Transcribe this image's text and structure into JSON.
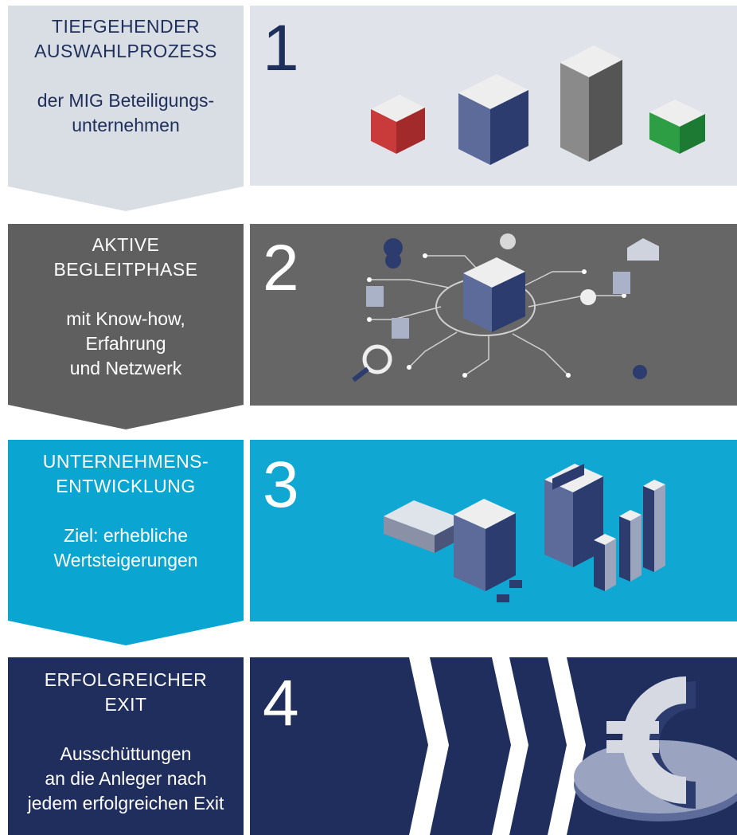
{
  "stages": [
    {
      "number": "1",
      "title_lines": [
        "TIEFGEHENDER",
        "AUSWAHLPROZESS"
      ],
      "subtitle_lines": [
        "der MIG Beteiligungs-",
        "unternehmen"
      ],
      "arrow_color": "#d9dde4",
      "panel_color": "#e0e4ea",
      "text_color": "#1e2f5c",
      "illustration": "buildings-icon"
    },
    {
      "number": "2",
      "title_lines": [
        "AKTIVE",
        "BEGLEITPHASE"
      ],
      "subtitle_lines": [
        "mit Know-how,",
        "Erfahrung",
        "und Netzwerk"
      ],
      "arrow_color": "#5f5f5f",
      "panel_color": "#666666",
      "text_color": "#ffffff",
      "illustration": "network-icon"
    },
    {
      "number": "3",
      "title_lines": [
        "UNTERNEHMENS-",
        "ENTWICKLUNG"
      ],
      "subtitle_lines": [
        "Ziel: erhebliche",
        "Wertsteigerungen"
      ],
      "arrow_color": "#0aa6d1",
      "panel_color": "#10a7d2",
      "text_color": "#ffffff",
      "illustration": "growth-icon"
    },
    {
      "number": "4",
      "title_lines": [
        "ERFOLGREICHER",
        "EXIT"
      ],
      "subtitle_lines": [
        "Ausschüttungen",
        "an die Anleger nach",
        "jedem erfolgreichen Exit"
      ],
      "arrow_color": "#1f2e5c",
      "panel_color": "#1f2e5c",
      "text_color": "#ffffff",
      "illustration": "euro-icon"
    }
  ]
}
